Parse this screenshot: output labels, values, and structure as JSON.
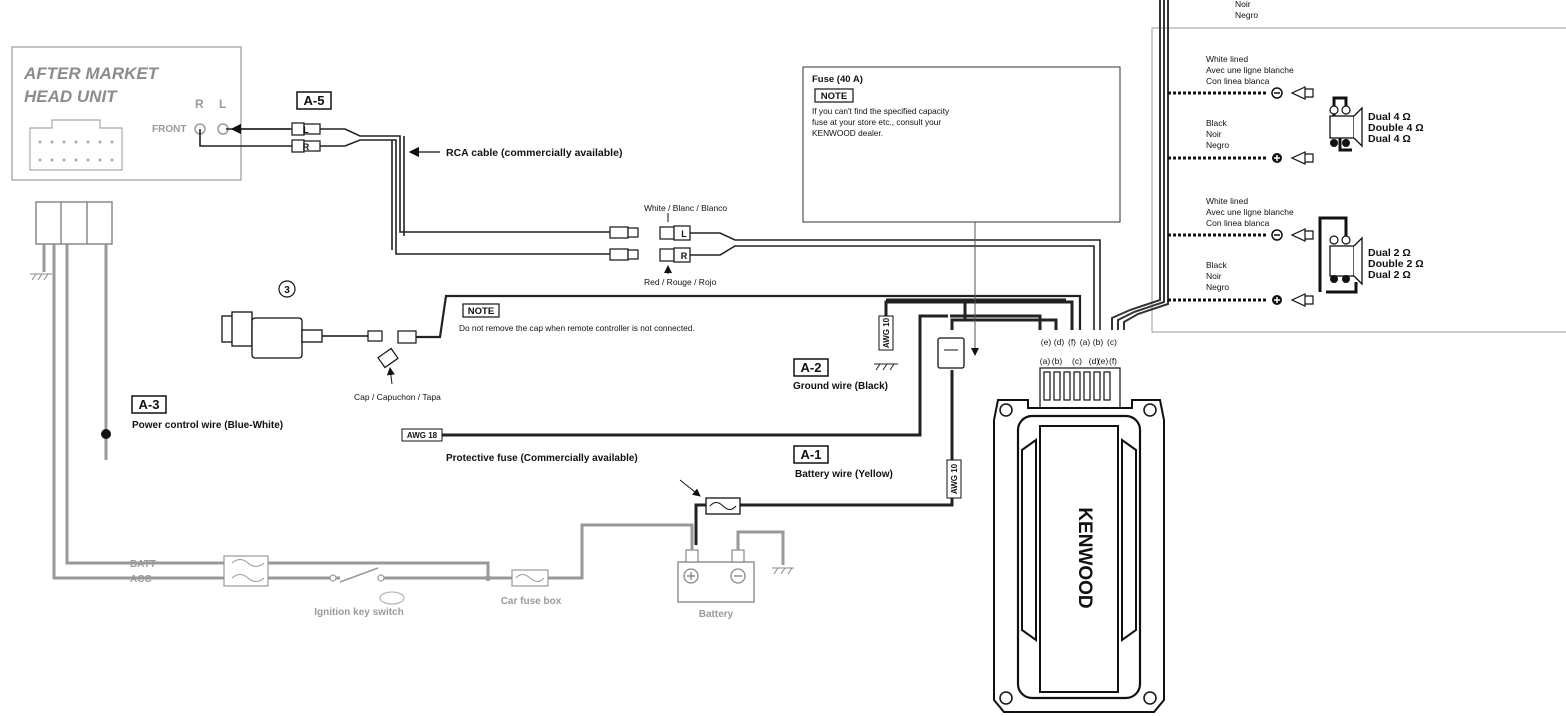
{
  "head_unit": {
    "line1": "AFTER MARKET",
    "line2": "HEAD UNIT",
    "r_label": "R",
    "l_label": "L",
    "front_label": "FRONT"
  },
  "badges": {
    "a5": "A-5",
    "a3": "A-3",
    "a2": "A-2",
    "a1": "A-1",
    "item3": "3"
  },
  "labels": {
    "rca_cable": "RCA cable (commercially available)",
    "white_blanc": "White / Blanc / Blanco",
    "red_rouge": "Red / Rouge / Rojo",
    "note": "NOTE",
    "note_remote": "Do not remove the cap when remote controller is not connected.",
    "cap": "Cap / Capuchon / Tapa",
    "power_control": "Power control wire (Blue-White)",
    "ground_wire": "Ground wire (Black)",
    "battery_wire": "Battery wire (Yellow)",
    "protective_fuse": "Protective fuse (Commercially available)",
    "awg18": "AWG 18",
    "awg10_ground": "AWG 10",
    "awg10_battery": "AWG 10",
    "batt": "BATT",
    "acc": "ACC",
    "ignition": "Ignition key switch",
    "car_fuse_box": "Car fuse box",
    "battery": "Battery",
    "rca_L": "L",
    "rca_R": "R"
  },
  "fuse_note": {
    "title": "Fuse (40 A)",
    "note": "NOTE",
    "line1": "If you can't find the specified capacity",
    "line2": "fuse at your store etc., consult your",
    "line3": "KENWOOD dealer."
  },
  "terminals": {
    "top": [
      "(e)",
      "(d)",
      "(f)",
      "(a)",
      "(b)",
      "(c)"
    ],
    "bottom": [
      "(a)",
      "(b)",
      "(c)",
      "(d)",
      "(e)",
      "(f)"
    ]
  },
  "speakers": {
    "top_cut_1": "Noir",
    "top_cut_2": "Negro",
    "white_lined": [
      "White lined",
      "Avec une ligne blanche",
      "Con linea blanca"
    ],
    "black": [
      "Black",
      "Noir",
      "Negro"
    ],
    "dual4": [
      "Dual 4 Ω",
      "Double 4 Ω",
      "Dual 4 Ω"
    ],
    "dual2": [
      "Dual 2 Ω",
      "Double 2 Ω",
      "Dual 2 Ω"
    ]
  },
  "brand": "KENWOOD"
}
